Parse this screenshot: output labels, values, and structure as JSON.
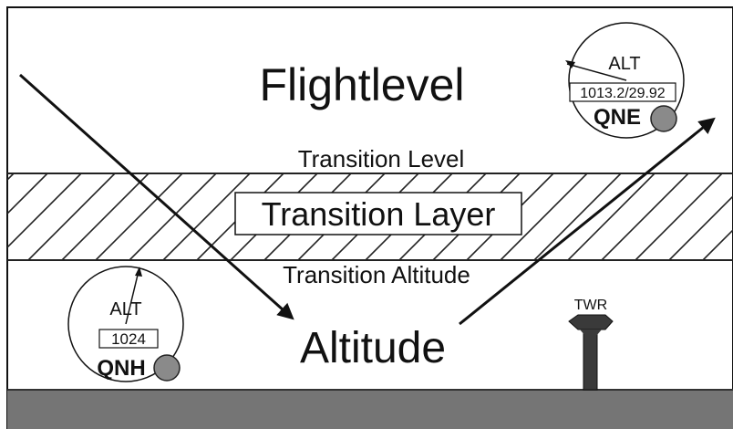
{
  "labels": {
    "flightlevel": "Flightlevel",
    "transition_level": "Transition Level",
    "transition_layer": "Transition Layer",
    "transition_altitude": "Transition Altitude",
    "altitude": "Altitude",
    "tower": "TWR"
  },
  "altimeter_qne": {
    "label": "ALT",
    "setting": "1013.2/29.92",
    "mode": "QNE",
    "knob_icon": "knob-icon"
  },
  "altimeter_qnh": {
    "label": "ALT",
    "setting": "1024",
    "mode": "QNH",
    "knob_icon": "knob-icon"
  },
  "colors": {
    "background": "#ffffff",
    "ground": "#757575",
    "line": "#111111",
    "knob": "#8a8a8a",
    "tower": "#3a3a3a"
  }
}
